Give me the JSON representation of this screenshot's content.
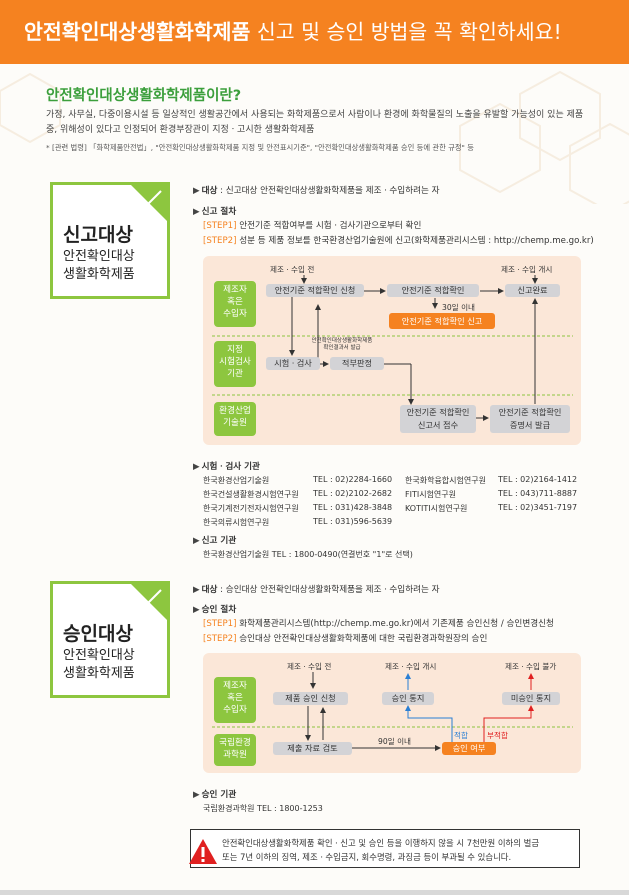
{
  "banner": {
    "title_bold": "안전확인대상생활화학제품",
    "title_rest": " 신고 및 승인 방법을 꼭 확인하세요!"
  },
  "intro": {
    "title": "안전확인대상생활화학제품이란?",
    "body": "가정, 사무실, 다중이용시설 등 일상적인 생활공간에서 사용되는 화학제품으로서 사람이나 환경에 화학물질의 노출을 유발할 가능성이 있는 제품 중, 위해성이 있다고 인정되어 환경부장관이 지정ㆍ고시한 생활화학제품",
    "ref": "* [관련 법령] 「화학제품안전법」, \"안전확인대상생활화학제품 지정 및 안전표시기준\", \"안전확인대상생활화학제품 승인 등에 관한 규정\" 등"
  },
  "report": {
    "box_title": "신고대상",
    "box_sub1": "안전확인대상",
    "box_sub2": "생활화학제품",
    "target_label": "대상",
    "target_text": " : 신고대상 안전확인대상생활화학제품을 제조ㆍ수입하려는 자",
    "proc_label": "신고 절차",
    "step1_label": "[STEP1]",
    "step1_text": " 안전기준 적합여부를 시험ㆍ검사기관으로부터 확인",
    "step2_label": "[STEP2]",
    "step2_text": " 성분 등 제품 정보를 한국환경산업기술원에 신고(화학제품관리시스템 : http://chemp.me.go.kr)",
    "flow": {
      "role1": [
        "제조자",
        "혹은",
        "수입자"
      ],
      "role2": [
        "지정",
        "시험검사",
        "기관"
      ],
      "role3": [
        "환경산업",
        "기술원"
      ],
      "top_left": "제조ㆍ수입 전",
      "top_right": "제조ㆍ수입 개시",
      "b_apply": "안전기준 적합확인 신청",
      "b_confirm": "안전기준 적합확인",
      "b_done": "신고완료",
      "days": "30일 이내",
      "b_report": "안전기준 적합확인 신고",
      "note1": "안전확인대상생활화학제품",
      "note2": "확인결과서 발급",
      "b_test": "시험ㆍ검사",
      "b_judge": "적부판정",
      "b_receipt1": "안전기준 적합확인",
      "b_receipt2": "신고서 접수",
      "b_cert1": "안전기준 적합확인",
      "b_cert2": "증명서 발급"
    },
    "labs_label": "시험ㆍ검사 기관",
    "labs": [
      {
        "name": "한국환경산업기술원",
        "tel": "TEL : 02)2284-1660"
      },
      {
        "name": "한국건설생활환경시험연구원",
        "tel": "TEL : 02)2102-2682"
      },
      {
        "name": "한국기계전기전자시험연구원",
        "tel": "TEL : 031)428-3848"
      },
      {
        "name": "한국의류시험연구원",
        "tel": "TEL : 031)596-5639"
      },
      {
        "name": "한국화학융합시험연구원",
        "tel": "TEL : 02)2164-1412"
      },
      {
        "name": "FITI시험연구원",
        "tel": "TEL : 043)711-8887"
      },
      {
        "name": "KOTITI시험연구원",
        "tel": "TEL : 02)3451-7197"
      }
    ],
    "agency_label": "신고 기관",
    "agency_text": "한국환경산업기술원   TEL : 1800-0490(연결번호 \"1\"로 선택)"
  },
  "approval": {
    "box_title": "승인대상",
    "box_sub1": "안전확인대상",
    "box_sub2": "생활화학제품",
    "target_label": "대상",
    "target_text": " : 승인대상 안전확인대상생활화학제품을 제조ㆍ수입하려는 자",
    "proc_label": "승인 절차",
    "step1_label": "[STEP1]",
    "step1_text": " 화학제품관리시스템(http://chemp.me.go.kr)에서 기존제품 승인신청 / 승인변경신청",
    "step2_label": "[STEP2]",
    "step2_text": " 승인대상 안전확인대상생활화학제품에 대한 국립환경과학원장의 승인",
    "flow": {
      "role1": [
        "제조자",
        "혹은",
        "수입자"
      ],
      "role2": [
        "국립환경",
        "과학원"
      ],
      "top1": "제조ㆍ수입 전",
      "top2": "제조ㆍ수입 개시",
      "top3": "제조ㆍ수입 불가",
      "b_apply": "제품 승인 신청",
      "b_notify": "승인 통지",
      "b_reject": "미승인 통지",
      "b_review": "제출 자료 검토",
      "days": "90일 이내",
      "b_decision": "승인 여부",
      "ok": "적합",
      "ng": "부적합"
    },
    "agency_label": "승인 기관",
    "agency_text": "국립환경과학원   TEL : 1800-1253"
  },
  "warning": {
    "line1": "안전확인대상생활화학제품 확인ㆍ신고 및 승인 등을 이행하지 않을 시 7천만원 이하의 벌금",
    "line2": "또는 7년 이하의 징역, 제조ㆍ수입금지, 회수명령, 과징금 등이 부과될 수 있습니다."
  },
  "colors": {
    "orange": "#f58220",
    "green": "#8dc63f",
    "flow_bg": "#fbe7d8",
    "red": "#e02020",
    "blue": "#2a7fd4"
  }
}
